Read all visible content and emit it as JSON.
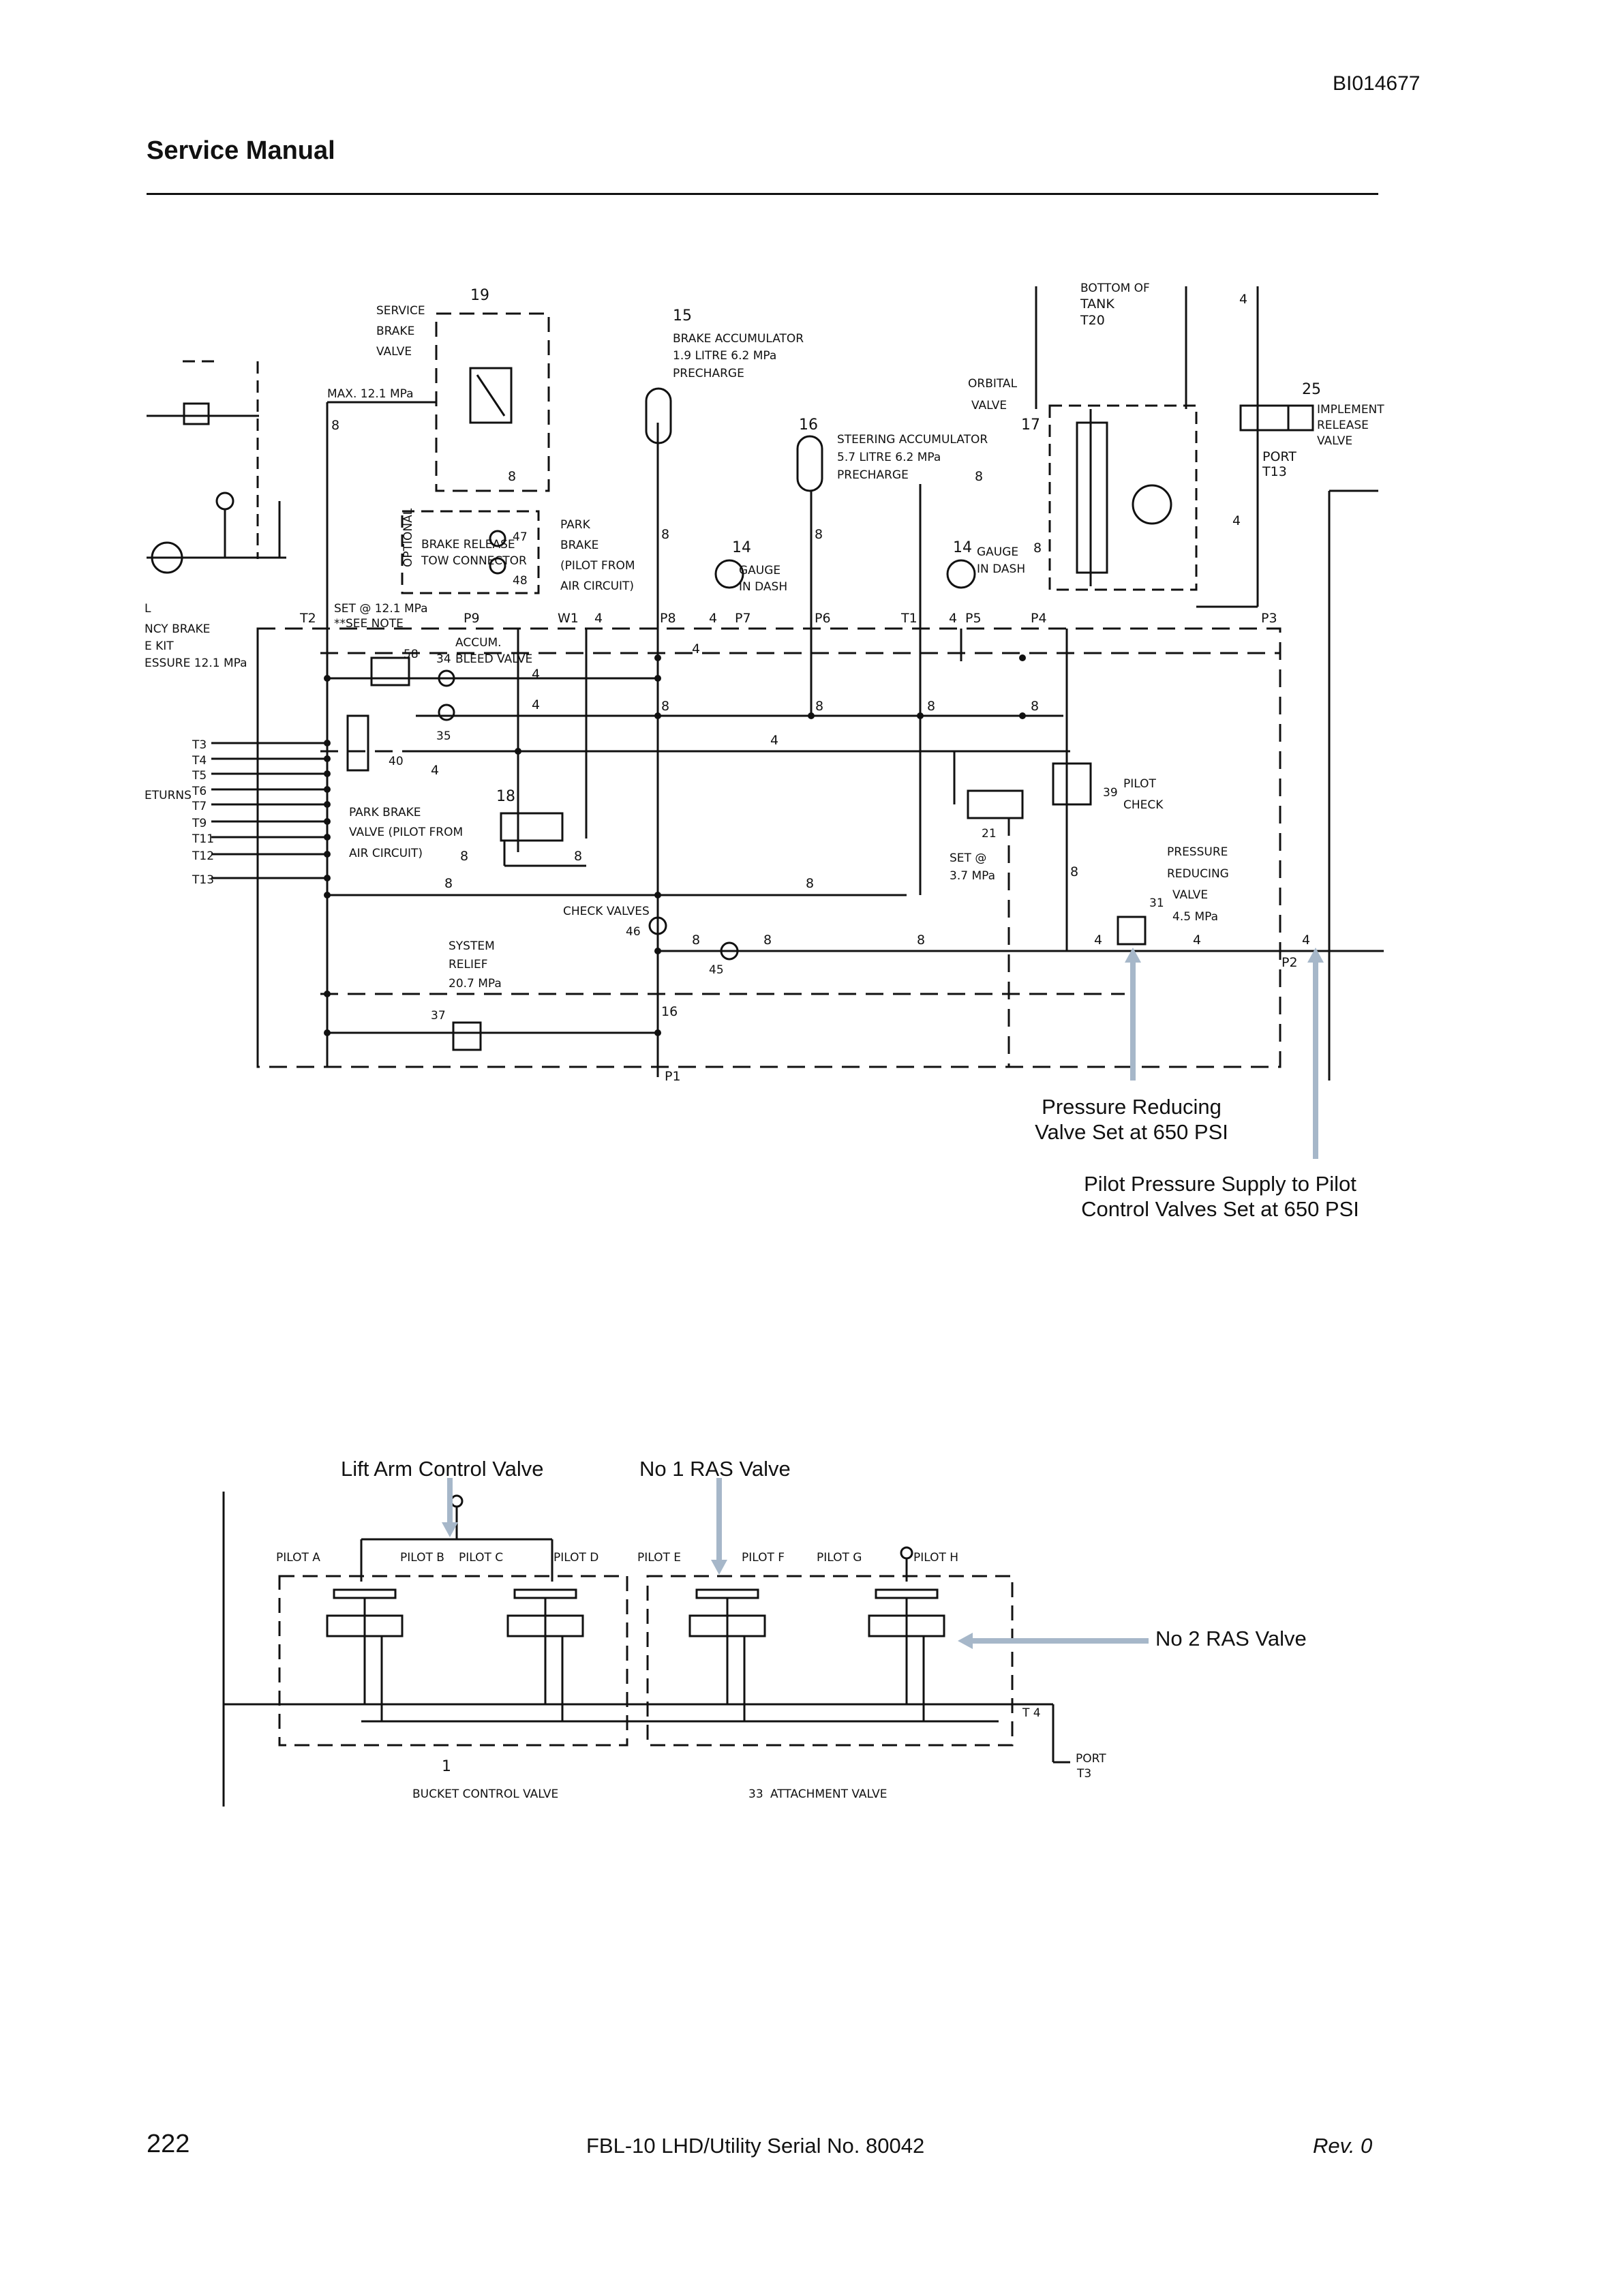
{
  "header": {
    "document_id": "BI014677",
    "title": "Service Manual"
  },
  "footer": {
    "page_number": "222",
    "serial": "FBL-10 LHD/Utility Serial No. 80042",
    "revision": "Rev. 0"
  },
  "callouts": {
    "pressure_reducing": [
      "Pressure Reducing",
      "Valve Set at 650 PSI"
    ],
    "pilot_supply": [
      "Pilot Pressure Supply to Pilot",
      "Control Valves Set at 650 PSI"
    ],
    "lift_arm": "Lift Arm Control Valve",
    "no1_ras": "No 1 RAS Valve",
    "no2_ras": "No 2 RAS Valve"
  },
  "accent_color": "#a6b7c9",
  "schematic": {
    "service_brake_valve": {
      "number": "19",
      "lines": [
        "SERVICE",
        "BRAKE",
        "VALVE"
      ],
      "max": "MAX. 12.1 MPa"
    },
    "brake_accumulator": {
      "number": "15",
      "lines": [
        "BRAKE ACCUMULATOR",
        "1.9 LITRE 6.2 MPa",
        "PRECHARGE"
      ]
    },
    "steering_accumulator": {
      "number": "16",
      "lines": [
        "STEERING ACCUMULATOR",
        "5.7 LITRE 6.2 MPa",
        "PRECHARGE"
      ]
    },
    "orbital_valve": {
      "number": "17",
      "lines": [
        "ORBITAL",
        "VALVE"
      ]
    },
    "tank": [
      "BOTTOM OF",
      "TANK",
      "T20"
    ],
    "implement_release": {
      "number": "25",
      "lines": [
        "IMPLEMENT",
        "RELEASE",
        "VALVE"
      ]
    },
    "port_t13": [
      "PORT",
      "T13"
    ],
    "optional": "OPTIONAL",
    "brake_release_tow": {
      "numbers": [
        "47",
        "48"
      ],
      "lines": [
        "BRAKE RELEASE",
        "TOW CONNECTOR"
      ]
    },
    "park_brake_air": [
      "PARK",
      "BRAKE",
      "(PILOT FROM",
      "AIR CIRCUIT)"
    ],
    "gauge_14a": {
      "number": "14",
      "lines": [
        "GAUGE",
        "IN DASH"
      ]
    },
    "gauge_14b": {
      "number": "14",
      "lines": [
        "GAUGE",
        "IN DASH"
      ]
    },
    "left_labels": [
      "L",
      "NCY BRAKE",
      "E KIT",
      "ESSURE 12.1 MPa"
    ],
    "set_12": [
      "SET @ 12.1 MPa",
      "**SEE NOTE"
    ],
    "accum_bleed": {
      "numbers": [
        "34",
        "35"
      ],
      "lines": [
        "ACCUM.",
        "BLEED VALVE"
      ]
    },
    "valve_58": "58",
    "valve_40": "40",
    "park_brake_valve": {
      "number": "18",
      "lines": [
        "PARK BRAKE",
        "VALVE (PILOT FROM",
        "AIR CIRCUIT)"
      ]
    },
    "returns_label": "ETURNS",
    "returns": [
      "T3",
      "T4",
      "T5",
      "T6",
      "T7",
      "T9",
      "T11",
      "T12",
      "T13"
    ],
    "ports": [
      "T2",
      "P9",
      "W1",
      "P8",
      "P7",
      "P6",
      "T1",
      "P5",
      "P4",
      "P3",
      "P2",
      "P1"
    ],
    "check_valves": {
      "numbers": [
        "46",
        "45"
      ],
      "label": "CHECK VALVES"
    },
    "system_relief": {
      "number": "37",
      "lines": [
        "SYSTEM",
        "RELIEF",
        "20.7 MPa"
      ]
    },
    "pilot_check": {
      "number": "39",
      "lines": [
        "PILOT",
        "CHECK"
      ]
    },
    "valve_21": {
      "number": "21",
      "lines": [
        "SET @",
        "3.7 MPa"
      ]
    },
    "pressure_reducing_valve": {
      "number": "31",
      "lines": [
        "PRESSURE",
        "REDUCING",
        "VALVE",
        "4.5 MPa"
      ]
    },
    "line_sizes": [
      "8",
      "4",
      "16"
    ]
  },
  "pilot_section": {
    "pilots": [
      "PILOT A",
      "PILOT B",
      "PILOT C",
      "PILOT D",
      "PILOT E",
      "PILOT F",
      "PILOT G",
      "PILOT H"
    ],
    "bucket_valve": {
      "number": "1",
      "label": "BUCKET CONTROL VALVE"
    },
    "attachment_valve": {
      "number": "33",
      "label": "ATTACHMENT VALVE"
    },
    "tank_port": "T 4",
    "port_t3": [
      "PORT",
      "T3"
    ]
  }
}
